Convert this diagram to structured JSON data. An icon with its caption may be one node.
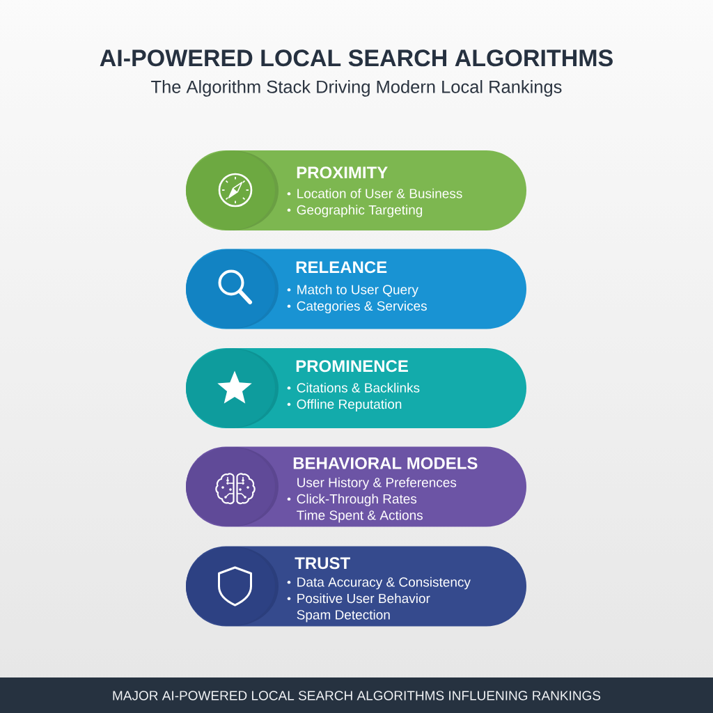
{
  "diagram": {
    "title": "AI-POWERED LOCAL SEARCH ALGORITHMS",
    "nodes": [
      {
        "text": [
          "PROXIMITY",
          "Location of User & Business",
          "Geographic Targeting"
        ]
      },
      {
        "text": [
          "RELEANCE",
          "Match to User Query",
          "Categories & Services"
        ]
      },
      {
        "text": [
          "PROMINENCE",
          "Citations & Backlinks",
          "Offline Reputation"
        ]
      },
      {
        "text": [
          "BEHAVIORAL MODELS",
          "User History & Preferences",
          "Click-Through Rates",
          "Time Spent & Actions"
        ]
      },
      {
        "text": [
          "TRUST",
          "Data Accuracy & Consistency",
          "Positive User Behavior",
          "Spam Detection"
        ]
      }
    ],
    "labels": [
      "The Algorithm Stack Driving Modern Local Rankings"
    ],
    "caption": "MAJOR AI-POWERED LOCAL SEARCH ALGORITHMS INFLUENING RANKINGS"
  }
}
